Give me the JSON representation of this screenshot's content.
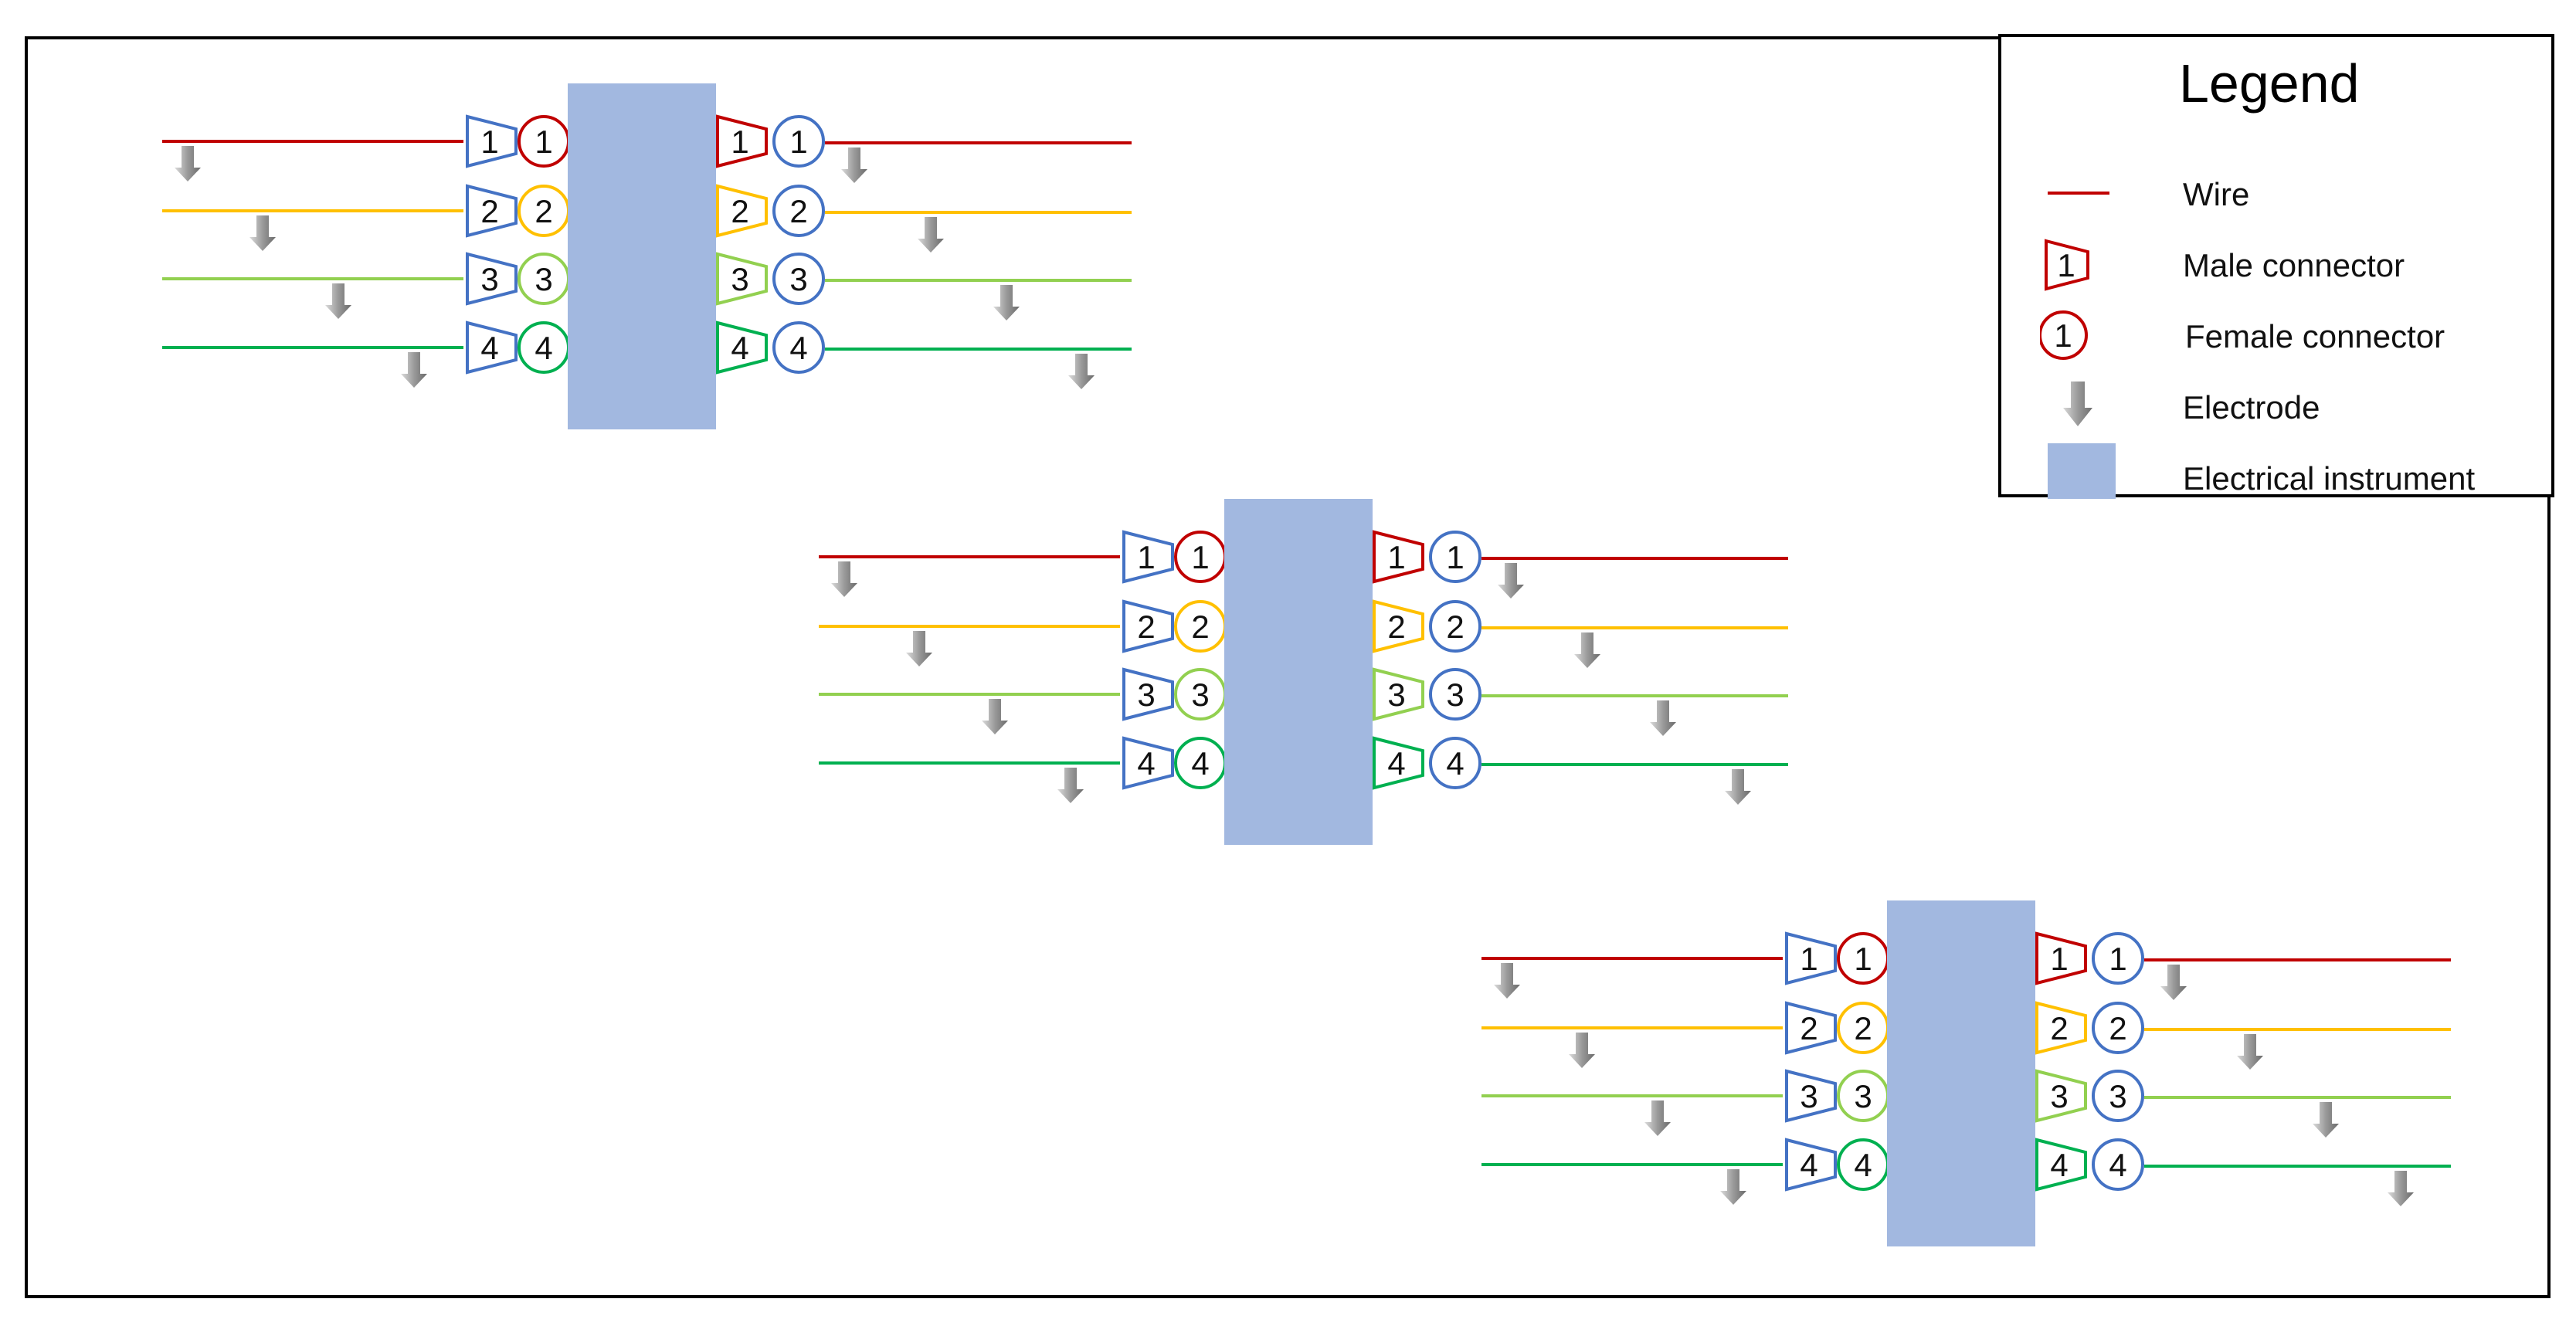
{
  "colors": {
    "red": "#c00000",
    "yellow": "#ffc000",
    "light_green": "#92d050",
    "dark_green": "#00b050",
    "blue": "#4472c4",
    "instrument": "#a2b8e0",
    "electrode": "#808080",
    "frame": "#000000"
  },
  "channels": [
    {
      "number": "1",
      "wire_color": "red"
    },
    {
      "number": "2",
      "wire_color": "yellow"
    },
    {
      "number": "3",
      "wire_color": "light_green"
    },
    {
      "number": "4",
      "wire_color": "dark_green"
    }
  ],
  "assemblies": [
    {
      "instrument": "electrical instrument",
      "left_female_ring": "channel",
      "left_male_outline": "blue",
      "right_male_outline": "channel",
      "right_female_ring": "blue"
    },
    {
      "instrument": "electrical instrument",
      "left_female_ring": "channel",
      "left_male_outline": "blue",
      "right_male_outline": "channel",
      "right_female_ring": "blue"
    },
    {
      "instrument": "electrical instrument",
      "left_female_ring": "channel",
      "left_male_outline": "blue",
      "right_male_outline": "channel",
      "right_female_ring": "blue"
    }
  ],
  "legend": {
    "title": "Legend",
    "items": [
      {
        "label": "Wire",
        "symbol": "wire-line"
      },
      {
        "label": "Male connector",
        "symbol": "male-connector",
        "symbol_text": "1"
      },
      {
        "label": "Female connector",
        "symbol": "female-connector",
        "symbol_text": "1"
      },
      {
        "label": "Electrode",
        "symbol": "electrode-arrow"
      },
      {
        "label": "Electrical instrument",
        "symbol": "instrument-block"
      }
    ]
  }
}
